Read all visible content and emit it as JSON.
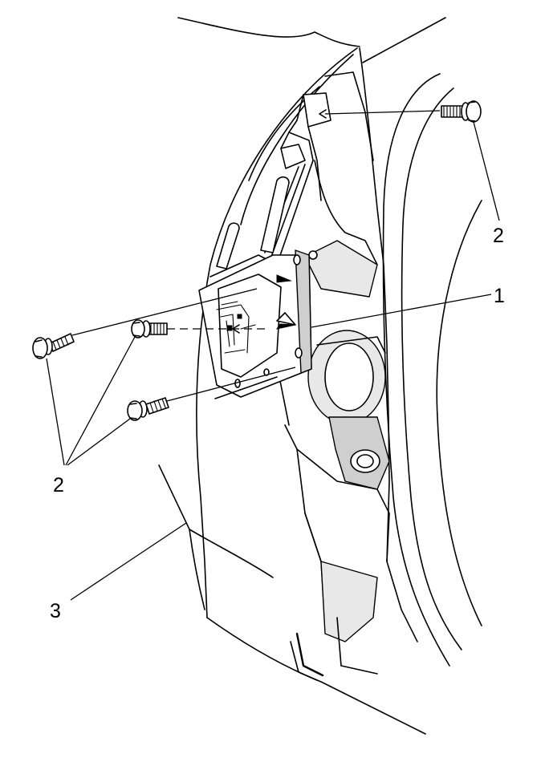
{
  "callouts": {
    "bolt_upper": "2",
    "plate": "1",
    "bolts_left": "2",
    "panel": "3"
  }
}
